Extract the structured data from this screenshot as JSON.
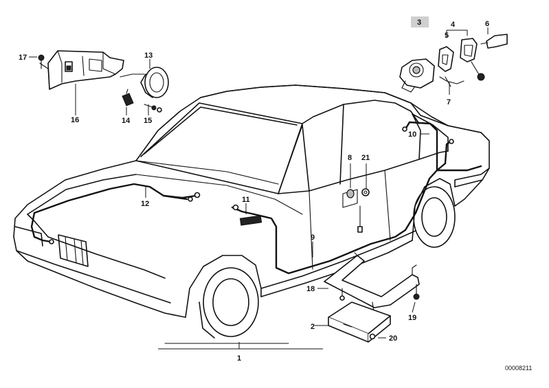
{
  "diagram_id": "00008211",
  "callouts": {
    "c1": "1",
    "c2": "2",
    "c3": "3",
    "c4": "4",
    "c5": "5",
    "c6": "6",
    "c7": "7",
    "c8": "8",
    "c9": "9",
    "c10": "10",
    "c11": "11",
    "c12": "12",
    "c13": "13",
    "c14": "14",
    "c15": "15",
    "c16": "16",
    "c17": "17",
    "c18": "18",
    "c19": "19",
    "c20": "20",
    "c21": "21"
  }
}
